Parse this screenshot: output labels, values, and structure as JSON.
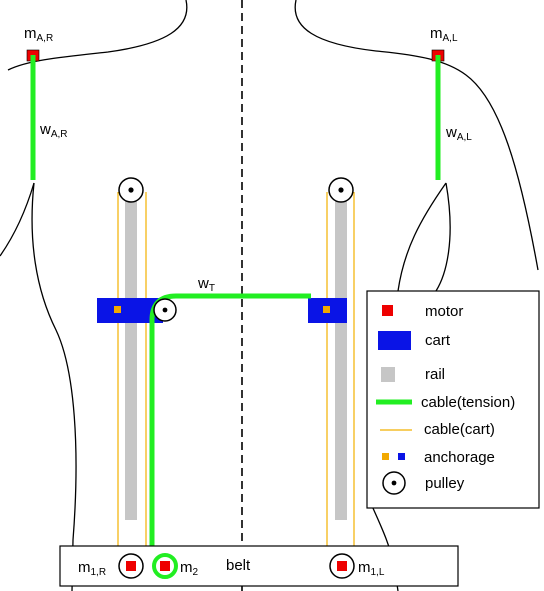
{
  "colors": {
    "motor": "#ee0000",
    "cart": "#0a14e6",
    "rail": "#c6c6c6",
    "cable_tension": "#22ee22",
    "cable_cart": "#f2b000",
    "anchorage_orange": "#f2a900",
    "anchorage_blue": "#0a14e6",
    "outline": "#000000"
  },
  "labels": {
    "m_ar": {
      "base": "m",
      "sub": "A,R"
    },
    "m_al": {
      "base": "m",
      "sub": "A,L"
    },
    "w_ar": {
      "base": "w",
      "sub": "A,R"
    },
    "w_al": {
      "base": "w",
      "sub": "A,L"
    },
    "w_t": {
      "base": "w",
      "sub": "T"
    },
    "m_1r": {
      "base": "m",
      "sub": "1,R"
    },
    "m_2": {
      "base": "m",
      "sub": "2"
    },
    "m_1l": {
      "base": "m",
      "sub": "1,L"
    },
    "belt": "belt"
  },
  "legend": {
    "items": [
      {
        "icon": "motor-icon",
        "label": "motor"
      },
      {
        "icon": "cart-icon",
        "label": "cart"
      },
      {
        "icon": "rail-icon",
        "label": "rail"
      },
      {
        "icon": "cable-tension-icon",
        "label": "cable(tension)"
      },
      {
        "icon": "cable-cart-icon",
        "label": "cable(cart)"
      },
      {
        "icon": "anchorage-icon",
        "label": "anchorage"
      },
      {
        "icon": "pulley-icon",
        "label": "pulley"
      }
    ]
  }
}
